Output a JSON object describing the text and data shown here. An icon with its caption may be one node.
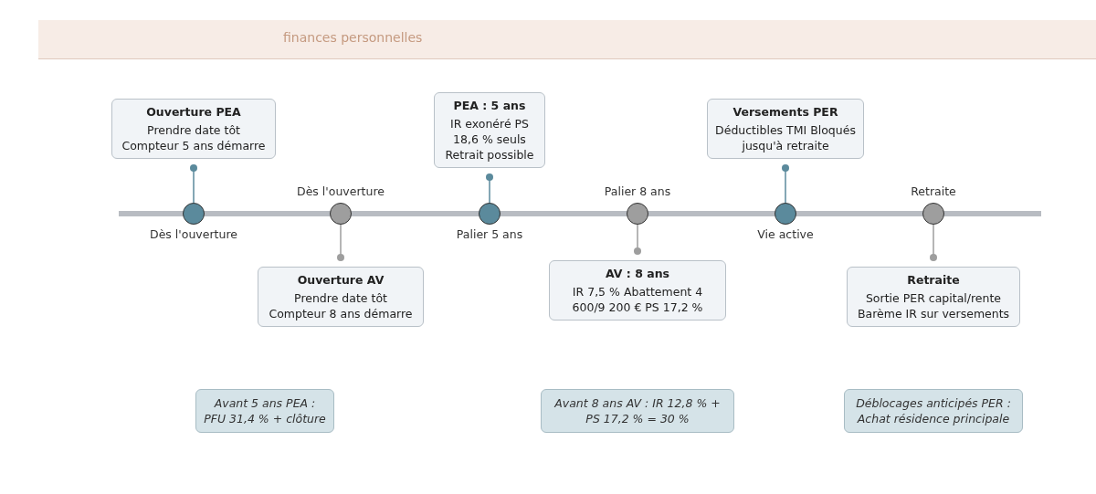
{
  "diagram": {
    "nodes": [
      {
        "text": [
          "Ouverture PEA",
          "Prendre date tôt Compteur 5 ans démarre"
        ]
      },
      {
        "text": [
          "PEA : 5 ans",
          "IR exonéré PS 18,6 % seuls Retrait possible"
        ]
      },
      {
        "text": [
          "Versements PER",
          "Déductibles TMI Bloqués jusqu'à retraite"
        ]
      },
      {
        "text": [],
        "shape": "circle",
        "beside": [
          "Dès l'ouverture"
        ]
      },
      {
        "text": [],
        "shape": "circle",
        "beside": [
          "Dès l'ouverture"
        ]
      },
      {
        "text": [],
        "shape": "circle",
        "beside": [
          "Palier 5 ans"
        ]
      },
      {
        "text": [],
        "shape": "circle",
        "beside": [
          "Palier 8 ans"
        ]
      },
      {
        "text": [],
        "shape": "circle",
        "beside": [
          "Vie active"
        ]
      },
      {
        "text": [],
        "shape": "circle",
        "beside": [
          "Retraite"
        ]
      },
      {
        "text": [
          "Ouverture AV",
          "Prendre date tôt Compteur 8 ans démarre"
        ]
      },
      {
        "text": [
          "AV : 8 ans",
          "IR 7,5 % Abattement 4 600/9 200 € PS 17,2 %"
        ]
      },
      {
        "text": [
          "Retraite",
          "Sortie PER capital/rente Barème IR sur versements"
        ]
      },
      {
        "text": [
          "Avant 5 ans PEA : PFU 31,4 % + clôture"
        ]
      },
      {
        "text": [
          "Avant 8 ans AV : IR 12,8 % + PS 17,2 % = 30 %"
        ]
      },
      {
        "text": [
          "Déblocages anticipés PER : Achat résidence principale"
        ]
      }
    ],
    "edges": [
      {
        "from": 0,
        "to": 3,
        "arrow": "other"
      },
      {
        "from": 9,
        "to": 4,
        "arrow": "other"
      },
      {
        "from": 1,
        "to": 5,
        "arrow": "other"
      },
      {
        "from": 10,
        "to": 6,
        "arrow": "other"
      },
      {
        "from": 2,
        "to": 7,
        "arrow": "other"
      },
      {
        "from": 11,
        "to": 8,
        "arrow": "other"
      }
    ],
    "labels": [
      "finances personnelles"
    ]
  }
}
